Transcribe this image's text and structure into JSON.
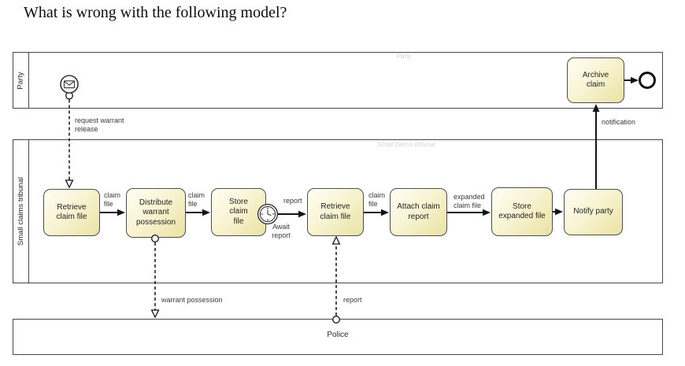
{
  "title": "What is wrong with the following model?",
  "diagram": {
    "pools": {
      "party": {
        "name": "Party",
        "watermark": "Party"
      },
      "tribunal": {
        "name": "Small claims tribunal",
        "watermark": "Small claims tribunal"
      },
      "police": {
        "name": "Police"
      }
    },
    "tasks": {
      "archive_claim": "Archive\nclaim",
      "retrieve_claim_file_1": "Retrieve\nclaim file",
      "distribute_warrant_possession": "Distribute\nwarrant\npossession",
      "store_claim_file": "Store\nclaim\nfile",
      "retrieve_claim_file_2": "Retrieve\nclaim file",
      "attach_claim_report": "Attach claim\nreport",
      "store_expanded_file": "Store\nexpanded file",
      "notify_party": "Notify party"
    },
    "events": {
      "timer_boundary_label": "Await\nreport"
    },
    "flow_labels": {
      "claim_file_1": "claim\nfile",
      "claim_file_2": "claim\nfile",
      "report_after_timer": "report",
      "claim_file_3": "claim\nfile",
      "expanded_claim_file": "expanded\nclaim file",
      "request_warrant_release": "request warrant\nrelease",
      "warrant_possession": "warrant possession",
      "report_from_police": "report",
      "notification": "notification"
    },
    "colors": {
      "task_fill_light": "#fffef5",
      "task_fill_dark": "#e9e2a4",
      "task_border": "#4d4d4d",
      "pool_border": "#474747",
      "flow_line": "#141414",
      "watermark": "#d4d4d4"
    }
  }
}
